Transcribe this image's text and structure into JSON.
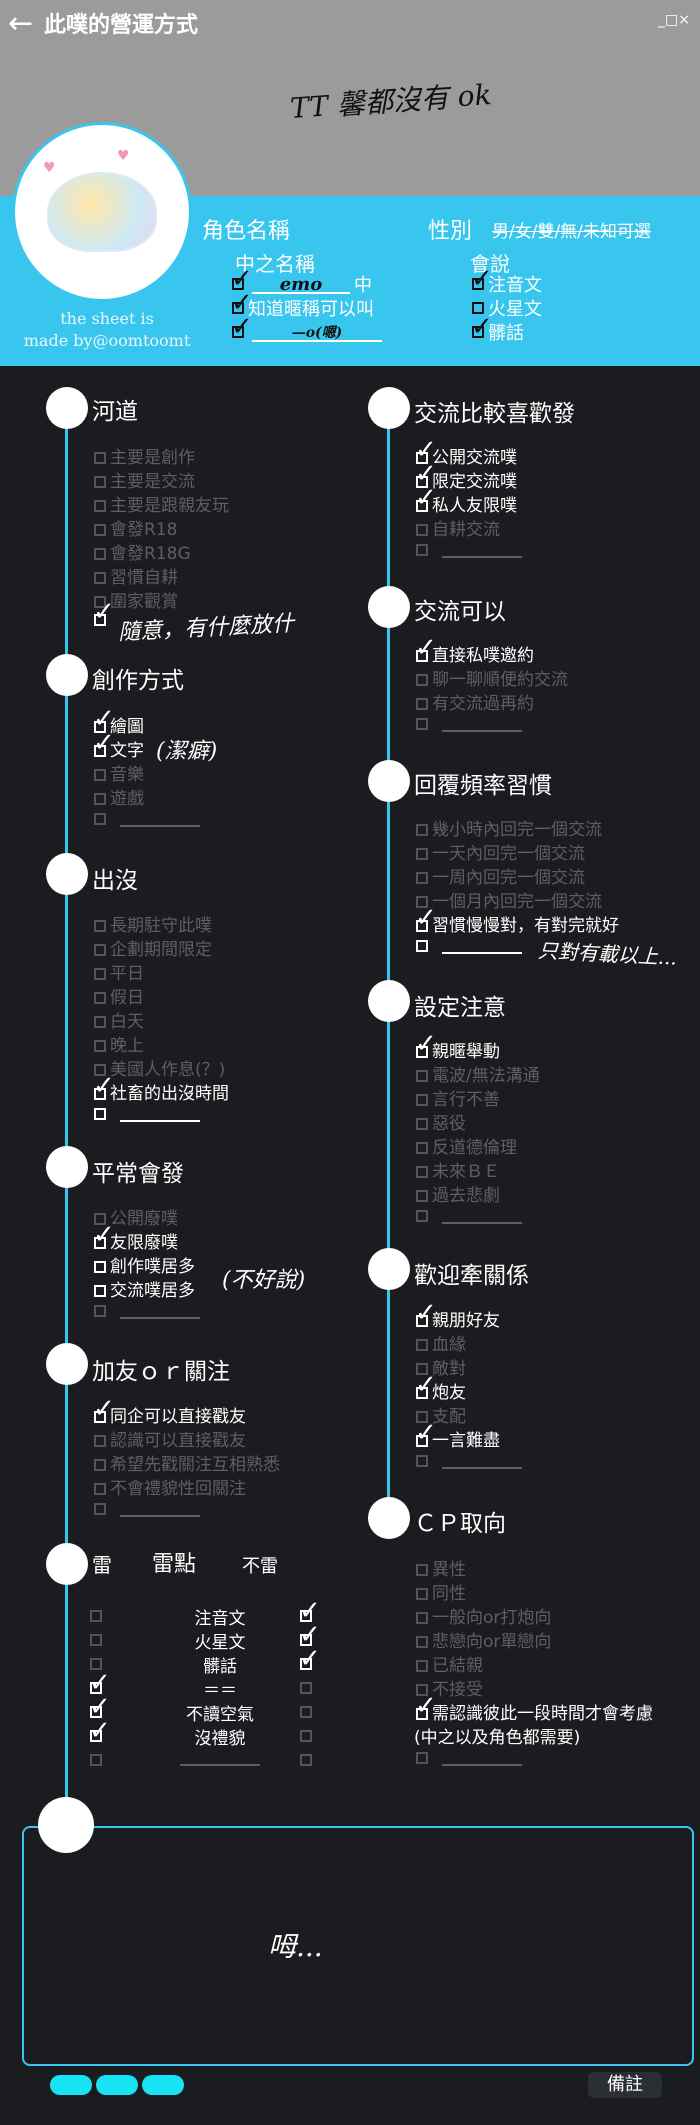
{
  "header": {
    "back_icon": "arrow-left-icon",
    "title": "此噗的營運方式",
    "win_icons": "_□×",
    "top_note": "TT 馨都沒有 ok"
  },
  "profile": {
    "credit_1": "the sheet is",
    "credit_2": "made by@oomtoomt",
    "role_label": "角色名稱",
    "gender_label": "性別",
    "gender_options": "男/女/雙/無/未知可選",
    "zhong_label": "中之名稱",
    "zhong_name": "emo",
    "zhong_suffix": "中",
    "nickname": "知道暱稱可以叫",
    "third_value": "—o(嗯)",
    "speak_label": "會說",
    "speak_items": [
      "注音文",
      "火星文",
      "髒話"
    ]
  },
  "left": {
    "river": {
      "title": "河道",
      "items": [
        "主要是創作",
        "主要是交流",
        "主要是跟親友玩",
        "會發R18",
        "會發R18G",
        "習慣自耕",
        "圍家觀賞"
      ],
      "note": "隨意，有什麼放什"
    },
    "create": {
      "title": "創作方式",
      "items": [
        "繪圖",
        "文字",
        "音樂",
        "遊戲"
      ],
      "note": "(潔癖)"
    },
    "appear": {
      "title": "出沒",
      "items": [
        "長期駐守此噗",
        "企劃期間限定",
        "平日",
        "假日",
        "白天",
        "晚上",
        "美國人作息(？)",
        "社畜的出沒時間"
      ]
    },
    "usual": {
      "title": "平常會發",
      "items": [
        "公開廢噗",
        "友限廢噗",
        "創作噗居多",
        "交流噗居多"
      ],
      "note": "(不好說)"
    },
    "follow": {
      "title": "加友ｏｒ關注",
      "items": [
        "同企可以直接戳友",
        "認識可以直接戳友",
        "希望先戳關注互相熟悉",
        "不會禮貌性回關注"
      ]
    },
    "mine": {
      "col_mine": "雷",
      "col_point": "雷點",
      "col_not": "不雷",
      "rows": [
        "注音文",
        "火星文",
        "髒話",
        "＝＝",
        "不讀空氣",
        "沒禮貌"
      ]
    }
  },
  "right": {
    "prefer": {
      "title": "交流比較喜歡發",
      "items": [
        "公開交流噗",
        "限定交流噗",
        "私人友限噗",
        "自耕交流"
      ]
    },
    "can": {
      "title": "交流可以",
      "items": [
        "直接私噗邀約",
        "聊一聊順便約交流",
        "有交流過再約"
      ]
    },
    "reply": {
      "title": "回覆頻率習慣",
      "items": [
        "幾小時內回完一個交流",
        "一天內回完一個交流",
        "一周內回完一個交流",
        "一個月內回完一個交流",
        "習慣慢慢對，有對完就好"
      ],
      "note": "只對有載以上..."
    },
    "setting": {
      "title": "設定注意",
      "items": [
        "親暱舉動",
        "電波/無法溝通",
        "言行不善",
        "惡役",
        "反道德倫理",
        "未來ＢＥ",
        "過去悲劇"
      ]
    },
    "relation": {
      "title": "歡迎牽關係",
      "items": [
        "親朋好友",
        "血緣",
        "敵對",
        "炮友",
        "支配",
        "一言難盡"
      ]
    },
    "cp": {
      "title": "ＣＰ取向",
      "items": [
        "異性",
        "同性",
        "一般向or打炮向",
        "悲戀向or單戀向",
        "已結親",
        "不接受",
        "需認識彼此一段時間才會考慮",
        "(中之以及角色都需要)"
      ]
    }
  },
  "remark": {
    "text": "呣...",
    "label": "備註"
  }
}
